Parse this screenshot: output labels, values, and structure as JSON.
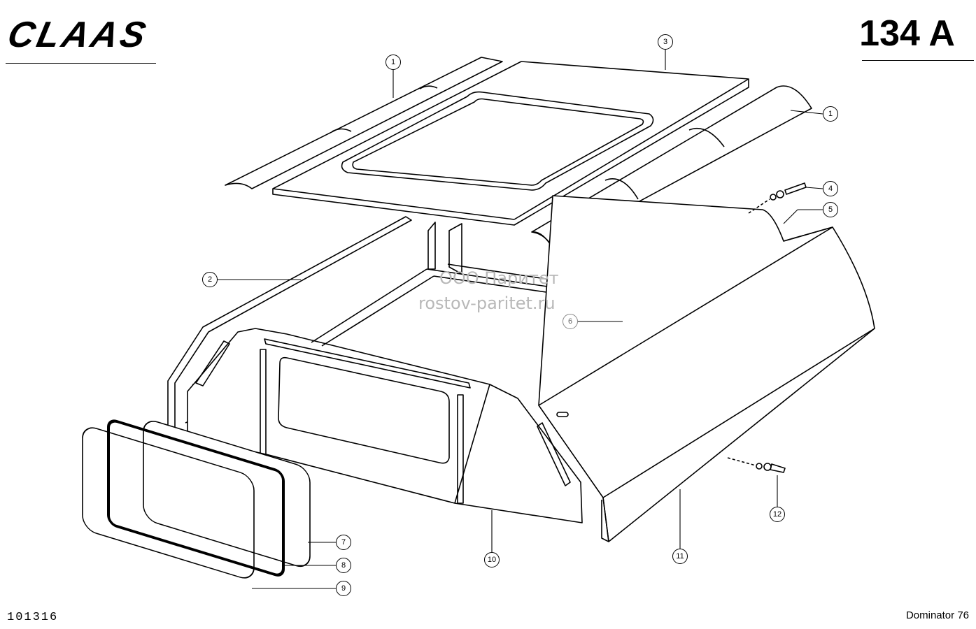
{
  "header": {
    "logo": "CLAAS",
    "page_number": "134 A"
  },
  "footer": {
    "drawing_number": "101316",
    "model": "Dominator 76"
  },
  "watermark": {
    "line1": "ООО Паритет",
    "line2": "rostov-paritet.ru"
  },
  "callouts": {
    "c1a": "1",
    "c1b": "1",
    "c2": "2",
    "c3": "3",
    "c4": "4",
    "c5": "5",
    "c6": "6",
    "c7": "7",
    "c8": "8",
    "c9": "9",
    "c10": "10",
    "c11": "11",
    "c12": "12"
  }
}
